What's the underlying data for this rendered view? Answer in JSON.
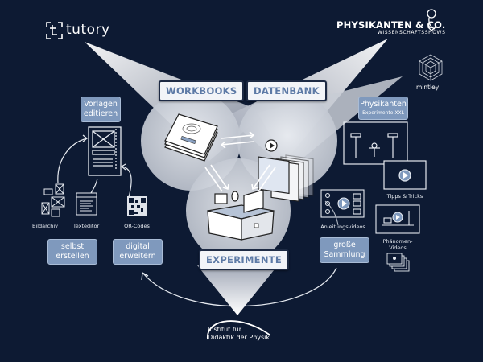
{
  "logos": {
    "tutory": {
      "text": "tutory",
      "icon": "tutory-logo-icon"
    },
    "physikanten": {
      "title": "PHYSIKANTEN & CO.",
      "subtitle": "WISSENSCHAFTSSHOWS",
      "icon": "physikanten-mascot-icon"
    },
    "mintley": {
      "text": "mintley",
      "icon": "mintley-cube-icon"
    },
    "institute": {
      "line1": "Institut für",
      "line2": "Didaktik der Physik"
    }
  },
  "circles": {
    "workbooks": {
      "label": "WORKBOOKS",
      "icon": "workbook-stack-icon"
    },
    "datenbank": {
      "label": "DATENBANK",
      "icon": "video-stack-icon"
    },
    "experimente": {
      "label": "EXPERIMENTE",
      "icon": "lab-desk-icon"
    }
  },
  "left": {
    "template_tag": {
      "line1": "Vorlagen",
      "line2": "editieren"
    },
    "sources": [
      {
        "label": "Bildarchiv",
        "icon": "image-archive-icon"
      },
      {
        "label": "Texteditor",
        "icon": "text-editor-icon"
      },
      {
        "label": "QR-Codes",
        "icon": "qr-code-icon"
      }
    ],
    "tags": [
      {
        "line1": "selbst",
        "line2": "erstellen"
      },
      {
        "line1": "digital",
        "line2": "erweitern"
      }
    ]
  },
  "right": {
    "physikanten_tag": {
      "line1": "Physikanten",
      "line2": "Experimente XXL"
    },
    "videos": [
      {
        "label": "Tipps & Tricks",
        "icon": "tips-video-icon"
      },
      {
        "label": "Anleitungsvideos",
        "icon": "tutorial-video-icon"
      },
      {
        "label": "Phänomen-Videos",
        "icon": "phenomenon-video-icon"
      }
    ],
    "collection_tag": {
      "line1": "große",
      "line2": "Sammlung"
    }
  },
  "colors": {
    "background": "#0d1a33",
    "accent_tag": "#7f99bd",
    "label_text": "#5d7aa6"
  }
}
